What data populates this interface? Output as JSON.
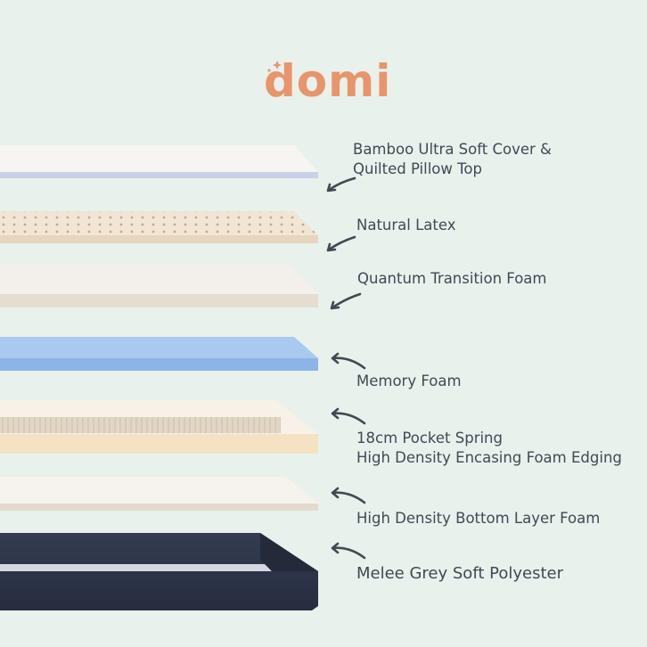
{
  "brand": {
    "logo_text": "domi",
    "color": "#e8956b"
  },
  "layers": [
    {
      "label_line1": "Bamboo Ultra Soft Cover &",
      "label_line2": "Quilted Pillow Top"
    },
    {
      "label_line1": "Natural Latex"
    },
    {
      "label_line1": "Quantum Transition Foam"
    },
    {
      "label_line1": "Memory Foam"
    },
    {
      "label_line1": "18cm Pocket Spring",
      "label_line2": "High Density Encasing Foam Edging"
    },
    {
      "label_line1": "High Density Bottom Layer Foam"
    },
    {
      "label_line1": "Melee Grey Soft Polyester"
    }
  ]
}
